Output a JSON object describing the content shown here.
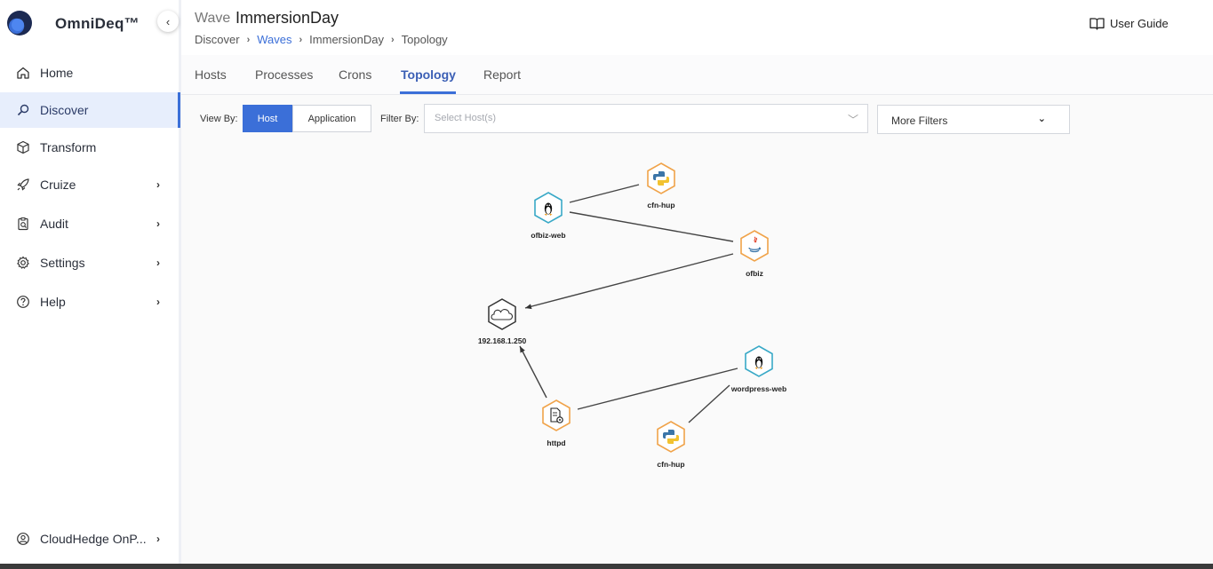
{
  "brand": {
    "name": "OmniDeq™"
  },
  "sidebar": {
    "items": [
      {
        "label": "Home",
        "icon": "home-icon",
        "active": false,
        "has_submenu": false
      },
      {
        "label": "Discover",
        "icon": "discover-icon",
        "active": true,
        "has_submenu": false
      },
      {
        "label": "Transform",
        "icon": "cube-icon",
        "active": false,
        "has_submenu": false
      },
      {
        "label": "Cruize",
        "icon": "rocket-icon",
        "active": false,
        "has_submenu": true
      },
      {
        "label": "Audit",
        "icon": "clipboard-icon",
        "active": false,
        "has_submenu": true
      },
      {
        "label": "Settings",
        "icon": "gear-icon",
        "active": false,
        "has_submenu": true
      },
      {
        "label": "Help",
        "icon": "help-icon",
        "active": false,
        "has_submenu": true
      }
    ],
    "footer": {
      "label": "CloudHedge OnP...",
      "icon": "user-icon"
    }
  },
  "header": {
    "prefix": "Wave",
    "title": "ImmersionDay",
    "breadcrumb": [
      "Discover",
      "Waves",
      "ImmersionDay",
      "Topology"
    ],
    "user_guide": "User Guide"
  },
  "tabs": [
    "Hosts",
    "Processes",
    "Crons",
    "Topology",
    "Report"
  ],
  "active_tab": "Topology",
  "toolbar": {
    "view_by_label": "View By:",
    "view_host": "Host",
    "view_application": "Application",
    "filter_by_label": "Filter By:",
    "select_hosts_placeholder": "Select Host(s)",
    "more_filters": "More Filters"
  },
  "topology": {
    "nodes": [
      {
        "id": "ofbiz-web",
        "label": "ofbiz-web",
        "kind": "linux-host"
      },
      {
        "id": "cfn-hup-1",
        "label": "cfn-hup",
        "kind": "python-process"
      },
      {
        "id": "ofbiz",
        "label": "ofbiz",
        "kind": "java-process"
      },
      {
        "id": "ip",
        "label": "192.168.1.250",
        "kind": "external-cloud"
      },
      {
        "id": "wordpress-web",
        "label": "wordpress-web",
        "kind": "linux-host"
      },
      {
        "id": "httpd",
        "label": "httpd",
        "kind": "service-process"
      },
      {
        "id": "cfn-hup-2",
        "label": "cfn-hup",
        "kind": "python-process"
      }
    ],
    "edges": [
      {
        "from": "ofbiz-web",
        "to": "cfn-hup-1"
      },
      {
        "from": "ofbiz-web",
        "to": "ofbiz"
      },
      {
        "from": "ofbiz",
        "to": "ip"
      },
      {
        "from": "httpd",
        "to": "ip"
      },
      {
        "from": "httpd",
        "to": "wordpress-web"
      },
      {
        "from": "wordpress-web",
        "to": "cfn-hup-2"
      }
    ],
    "colors": {
      "host": "#39a9c7",
      "process": "#f0a34a",
      "external": "#333333"
    }
  }
}
